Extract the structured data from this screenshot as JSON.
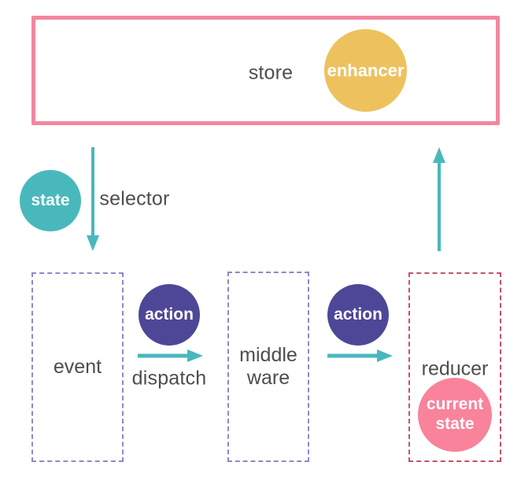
{
  "colors": {
    "bg": "#ffffff",
    "teal": "#49b8bd",
    "yellow": "#edc25e",
    "indigo": "#4e4798",
    "pink": "#f8839b",
    "pink-border": "#f2879e",
    "purple-dash": "#8f88c8",
    "red-dash": "#cb4f64",
    "label": "#4d4d4d"
  },
  "store": {
    "label": "store",
    "enhancer_label": "enhancer"
  },
  "state_circle": {
    "label": "state"
  },
  "selector": {
    "label": "selector"
  },
  "event_box": {
    "label": "event"
  },
  "dispatch": {
    "action_label": "action",
    "label": "dispatch"
  },
  "middleware_box": {
    "line1": "middle",
    "line2": "ware"
  },
  "action2": {
    "label": "action"
  },
  "reducer_box": {
    "label": "reducer",
    "current_state": {
      "line1": "current",
      "line2": "state"
    }
  }
}
